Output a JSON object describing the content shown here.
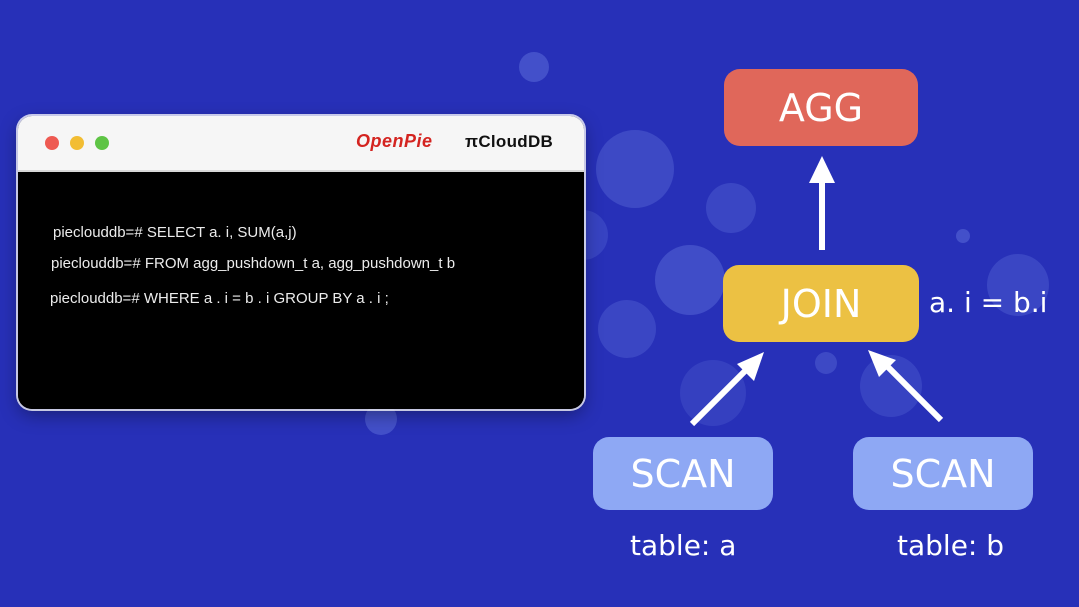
{
  "window": {
    "brand_openpie": "OpenPie",
    "brand_cloud": "πCloudDB",
    "code_lines": [
      "piecloud­db=# SELECT a. i, SUM(a,j)",
      "pieclouddb=# FROM agg_pushdown_t a, agg_pushdown_t b",
      "pieclouddb=# WHERE a . i = b . i GROUP BY a . i ;"
    ]
  },
  "diagram": {
    "agg": "AGG",
    "join": "JOIN",
    "join_condition": "a. i = b.i",
    "scan_a": "SCAN",
    "scan_b": "SCAN",
    "table_a": "table: a",
    "table_b": "table: b"
  },
  "colors": {
    "background": "#2730b8",
    "agg": "#e0675a",
    "join": "#ecc143",
    "scan": "#8ea8f4"
  }
}
